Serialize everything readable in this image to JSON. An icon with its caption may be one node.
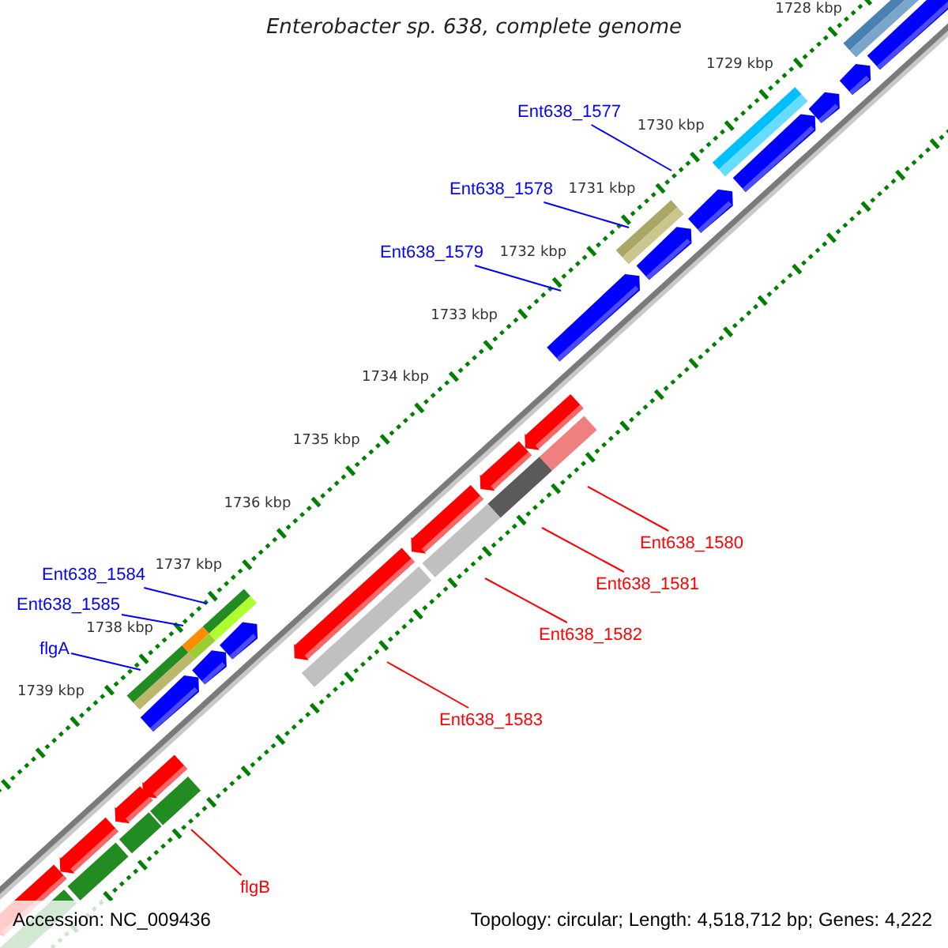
{
  "diagram": {
    "title": "Enterobacter sp. 638, complete genome",
    "nodes": [
      {
        "text": [
          "Ent638_1577"
        ]
      },
      {
        "text": [
          "Ent638_1578"
        ]
      },
      {
        "text": [
          "Ent638_1579"
        ]
      },
      {
        "text": [
          "Ent638_1584"
        ]
      },
      {
        "text": [
          "Ent638_1580"
        ]
      },
      {
        "text": [
          "Ent638_1585"
        ]
      },
      {
        "text": [
          "Ent638_1581"
        ]
      },
      {
        "text": [
          "flgA"
        ]
      },
      {
        "text": [
          "Ent638_1582"
        ]
      },
      {
        "text": [
          "Ent638_1583"
        ]
      },
      {
        "text": [
          "flgB"
        ]
      }
    ],
    "edges": [
      {
        "from": 0,
        "to": null,
        "arrow": "none",
        "color": "#0000ff"
      },
      {
        "from": 1,
        "to": null,
        "arrow": "none",
        "color": "#0000ff"
      },
      {
        "from": 2,
        "to": null,
        "arrow": "none",
        "color": "#0000ff"
      },
      {
        "from": 3,
        "to": null,
        "arrow": "none",
        "color": "#0000ff"
      },
      {
        "from": 4,
        "to": null,
        "arrow": "none",
        "color": "#ff0000"
      },
      {
        "from": 5,
        "to": null,
        "arrow": "none",
        "color": "#0000ff"
      },
      {
        "from": 6,
        "to": null,
        "arrow": "none",
        "color": "#ff0000"
      },
      {
        "from": 7,
        "to": null,
        "arrow": "none",
        "color": "#0000ff"
      },
      {
        "from": 8,
        "to": null,
        "arrow": "none",
        "color": "#ff0000"
      },
      {
        "from": 9,
        "to": null,
        "arrow": "none",
        "color": "#ff0000"
      },
      {
        "from": 10,
        "to": null,
        "arrow": "none",
        "color": "#ff0000"
      }
    ],
    "labels": [
      "1728 kbp",
      "1729 kbp",
      "1730 kbp",
      "1731 kbp",
      "1732 kbp",
      "1733 kbp",
      "1734 kbp",
      "1735 kbp",
      "1736 kbp",
      "1737 kbp",
      "1738 kbp",
      "1739 kbp",
      "Accession: NC_009436",
      "Topology: circular; Length: 4,518,712 bp; Genes: 4,222"
    ]
  }
}
